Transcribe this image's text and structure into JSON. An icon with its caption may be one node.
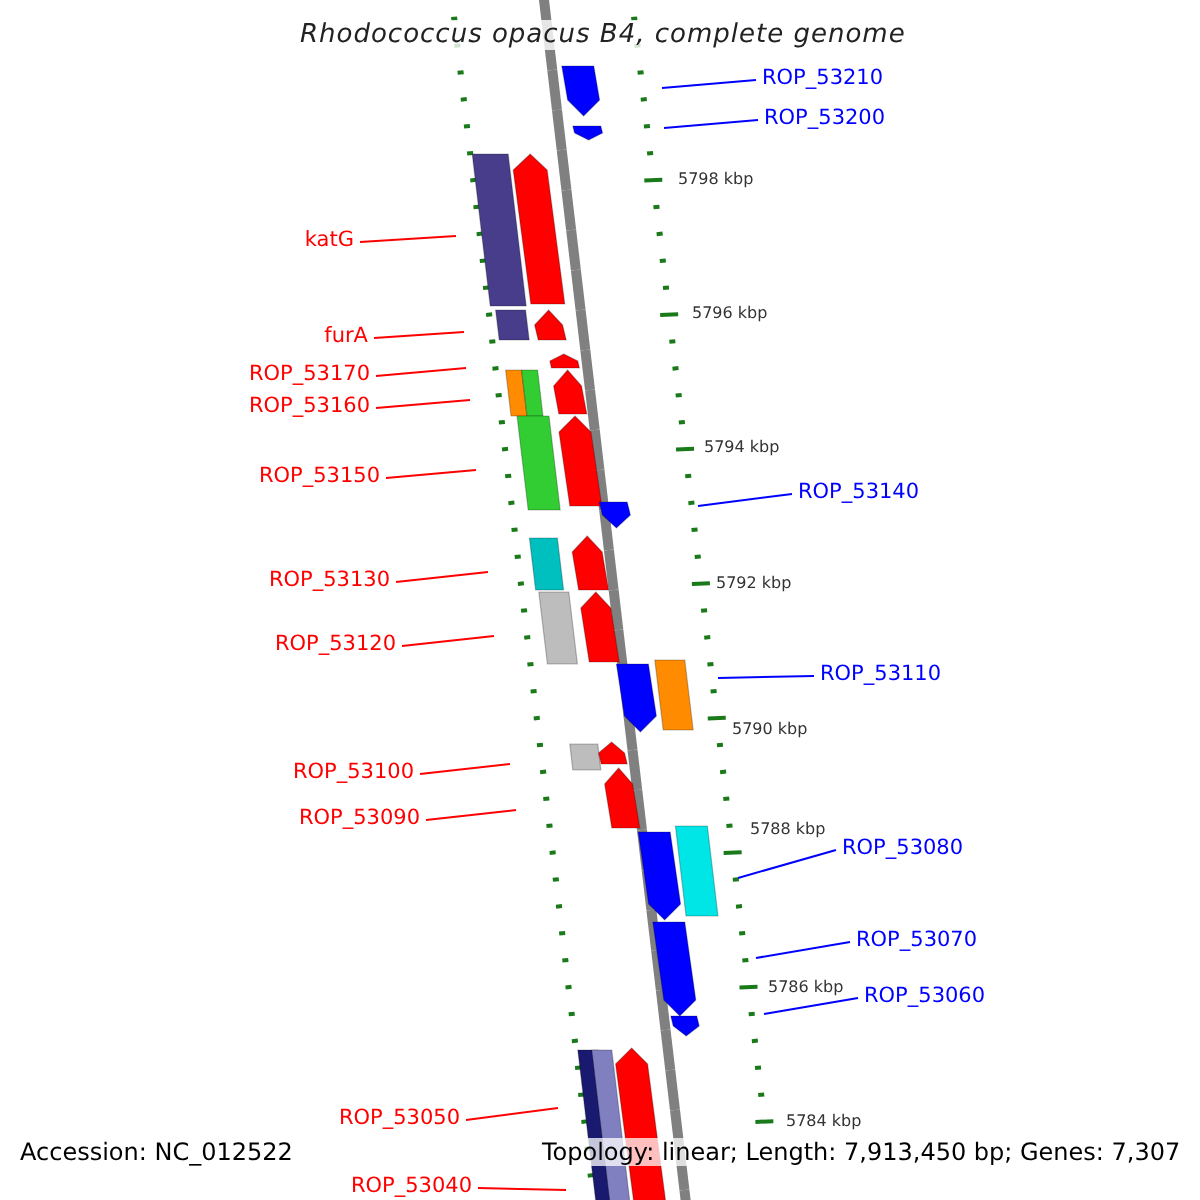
{
  "diagram": {
    "title": "Rhodococcus opacus B4, complete genome",
    "nodes": [
      {
        "text": [
          "ROP_53210"
        ]
      },
      {
        "text": [
          "ROP_53200"
        ]
      },
      {
        "text": [
          "katG"
        ]
      },
      {
        "text": [
          "furA"
        ]
      },
      {
        "text": [
          "ROP_53170"
        ]
      },
      {
        "text": [
          "ROP_53160"
        ]
      },
      {
        "text": [
          "ROP_53150"
        ]
      },
      {
        "text": [
          "ROP_53140"
        ]
      },
      {
        "text": [
          "ROP_53130"
        ]
      },
      {
        "text": [
          "ROP_53120"
        ]
      },
      {
        "text": [
          "ROP_53110"
        ]
      },
      {
        "text": [
          "ROP_53100"
        ]
      },
      {
        "text": [
          "ROP_53090"
        ]
      },
      {
        "text": [
          "ROP_53080"
        ]
      },
      {
        "text": [
          "ROP_53070"
        ]
      },
      {
        "text": [
          "ROP_53060"
        ]
      },
      {
        "text": [
          "ROP_53050"
        ]
      },
      {
        "text": [
          "ROP_53040"
        ]
      }
    ],
    "edges": [
      {
        "from": 0,
        "to": null,
        "arrow": "none",
        "color": "#0000ff"
      },
      {
        "from": 1,
        "to": null,
        "arrow": "none",
        "color": "#0000ff"
      },
      {
        "from": 2,
        "to": null,
        "arrow": "none"
      },
      {
        "from": 3,
        "to": null,
        "arrow": "none"
      },
      {
        "from": 4,
        "to": null,
        "arrow": "none"
      },
      {
        "from": 5,
        "to": null,
        "arrow": "none"
      },
      {
        "from": 6,
        "to": null,
        "arrow": "none"
      },
      {
        "from": 7,
        "to": null,
        "arrow": "none",
        "color": "#0000ff"
      },
      {
        "from": 8,
        "to": null,
        "arrow": "none"
      },
      {
        "from": 9,
        "to": null,
        "arrow": "none"
      },
      {
        "from": 10,
        "to": null,
        "arrow": "none",
        "color": "#0000ff"
      },
      {
        "from": 11,
        "to": null,
        "arrow": "none"
      },
      {
        "from": 12,
        "to": null,
        "arrow": "none"
      },
      {
        "from": 13,
        "to": null,
        "arrow": "none",
        "color": "#0000ff"
      },
      {
        "from": 14,
        "to": null,
        "arrow": "none",
        "color": "#0000ff"
      },
      {
        "from": 15,
        "to": null,
        "arrow": "none",
        "color": "#0000ff"
      },
      {
        "from": 16,
        "to": null,
        "arrow": "none"
      },
      {
        "from": 17,
        "to": null,
        "arrow": "none"
      }
    ],
    "labels": [
      "5798 kbp",
      "5796 kbp",
      "5794 kbp",
      "5792 kbp",
      "5790 kbp",
      "5788 kbp",
      "5786 kbp",
      "5784 kbp",
      "Accession: NC_012522",
      "Topology: linear; Length: 7,913,450 bp; Genes: 7,307"
    ]
  }
}
